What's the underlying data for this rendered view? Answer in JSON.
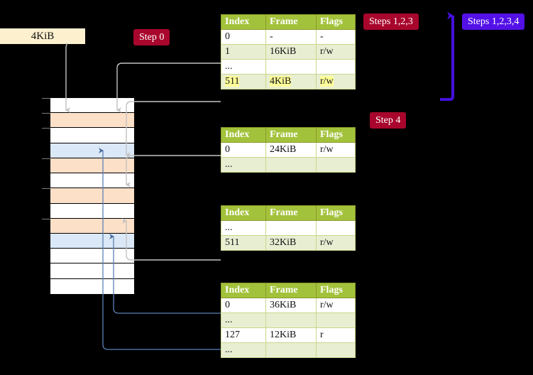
{
  "labels": {
    "size_label": "4KiB",
    "step0": "Step 0",
    "steps123": "Steps 1,2,3",
    "steps1234": "Steps 1,2,3,4",
    "step4": "Step 4"
  },
  "colors": {
    "badge_red": "#a8062c",
    "badge_purple": "#5311e8",
    "label_cream": "#fdf0cf",
    "table_header": "#a3c23b",
    "table_alt_row": "#e8eed2",
    "highlight_yellow": "#ffff99",
    "mem_peach": "#fde0c8",
    "mem_blue": "#dbe8f7",
    "mem_white": "#ffffff",
    "arrow_gray": "#b9b9b9",
    "arrow_blue": "#5b81b5",
    "background": "#000000"
  },
  "memory_block": {
    "name": "physical-memory-column",
    "rows": [
      {
        "fill": "#ffffff",
        "tick": true
      },
      {
        "fill": "#fde0c8",
        "tick": true
      },
      {
        "fill": "#ffffff",
        "tick": true
      },
      {
        "fill": "#dbe8f7",
        "tick": false
      },
      {
        "fill": "#fde0c8",
        "tick": true
      },
      {
        "fill": "#ffffff",
        "tick": false
      },
      {
        "fill": "#fde0c8",
        "tick": true
      },
      {
        "fill": "#ffffff",
        "tick": false
      },
      {
        "fill": "#fde0c8",
        "tick": true
      },
      {
        "fill": "#dbe8f7",
        "tick": false
      },
      {
        "fill": "#ffffff",
        "tick": false
      },
      {
        "fill": "#ffffff",
        "tick": false
      },
      {
        "fill": "#ffffff",
        "tick": false
      }
    ]
  },
  "tables": [
    {
      "name": "page-table-level-1",
      "headers": [
        "Index",
        "Frame",
        "Flags"
      ],
      "rows": [
        {
          "cells": [
            "0",
            "-",
            "-"
          ],
          "alt": false,
          "highlight": false
        },
        {
          "cells": [
            "1",
            "16KiB",
            "r/w"
          ],
          "alt": true,
          "highlight": false
        },
        {
          "cells": [
            "...",
            "",
            ""
          ],
          "alt": false,
          "highlight": false
        },
        {
          "cells": [
            "511",
            "4KiB",
            "r/w"
          ],
          "alt": true,
          "highlight": true
        }
      ]
    },
    {
      "name": "page-table-level-2",
      "headers": [
        "Index",
        "Frame",
        "Flags"
      ],
      "rows": [
        {
          "cells": [
            "0",
            "24KiB",
            "r/w"
          ],
          "alt": false,
          "highlight": false
        },
        {
          "cells": [
            "...",
            "",
            ""
          ],
          "alt": true,
          "highlight": false
        }
      ]
    },
    {
      "name": "page-table-level-3",
      "headers": [
        "Index",
        "Frame",
        "Flags"
      ],
      "rows": [
        {
          "cells": [
            "...",
            "",
            ""
          ],
          "alt": false,
          "highlight": false
        },
        {
          "cells": [
            "511",
            "32KiB",
            "r/w"
          ],
          "alt": true,
          "highlight": false
        }
      ]
    },
    {
      "name": "page-table-level-4",
      "headers": [
        "Index",
        "Frame",
        "Flags"
      ],
      "rows": [
        {
          "cells": [
            "0",
            "36KiB",
            "r/w"
          ],
          "alt": false,
          "highlight": false
        },
        {
          "cells": [
            "...",
            "",
            ""
          ],
          "alt": true,
          "highlight": false
        },
        {
          "cells": [
            "127",
            "12KiB",
            "r"
          ],
          "alt": false,
          "highlight": false
        },
        {
          "cells": [
            "...",
            "",
            ""
          ],
          "alt": true,
          "highlight": false
        }
      ]
    }
  ]
}
